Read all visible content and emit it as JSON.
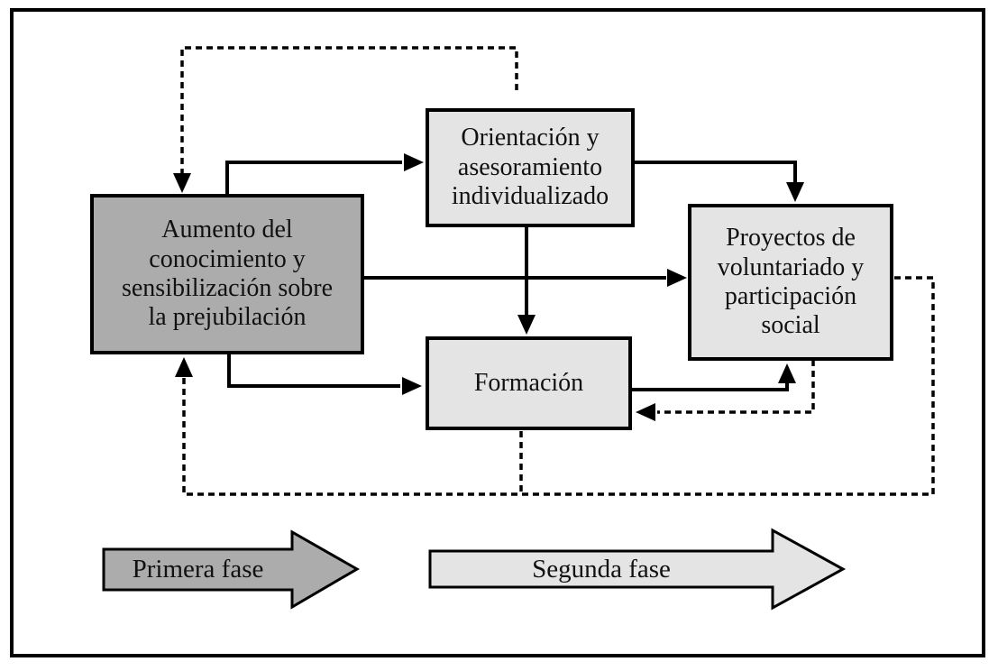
{
  "diagram": {
    "boxes": {
      "aumento": {
        "label": "Aumento del\nconocimiento y\nsensibilización sobre\nla prejubilación",
        "fill": "#acacac"
      },
      "orientacion": {
        "label": "Orientación y\nasesoramiento\nindividualizado",
        "fill": "#e4e4e4"
      },
      "proyectos": {
        "label": "Proyectos de\nvoluntariado y\nparticipación\nsocial",
        "fill": "#e4e4e4"
      },
      "formacion": {
        "label": "Formación",
        "fill": "#e4e4e4"
      }
    },
    "phases": {
      "primera": {
        "label": "Primera fase",
        "fill": "#acacac"
      },
      "segunda": {
        "label": "Segunda fase",
        "fill": "#e4e4e4"
      }
    },
    "colors": {
      "line": "#000000",
      "border": "#000000",
      "background": "#ffffff"
    }
  }
}
